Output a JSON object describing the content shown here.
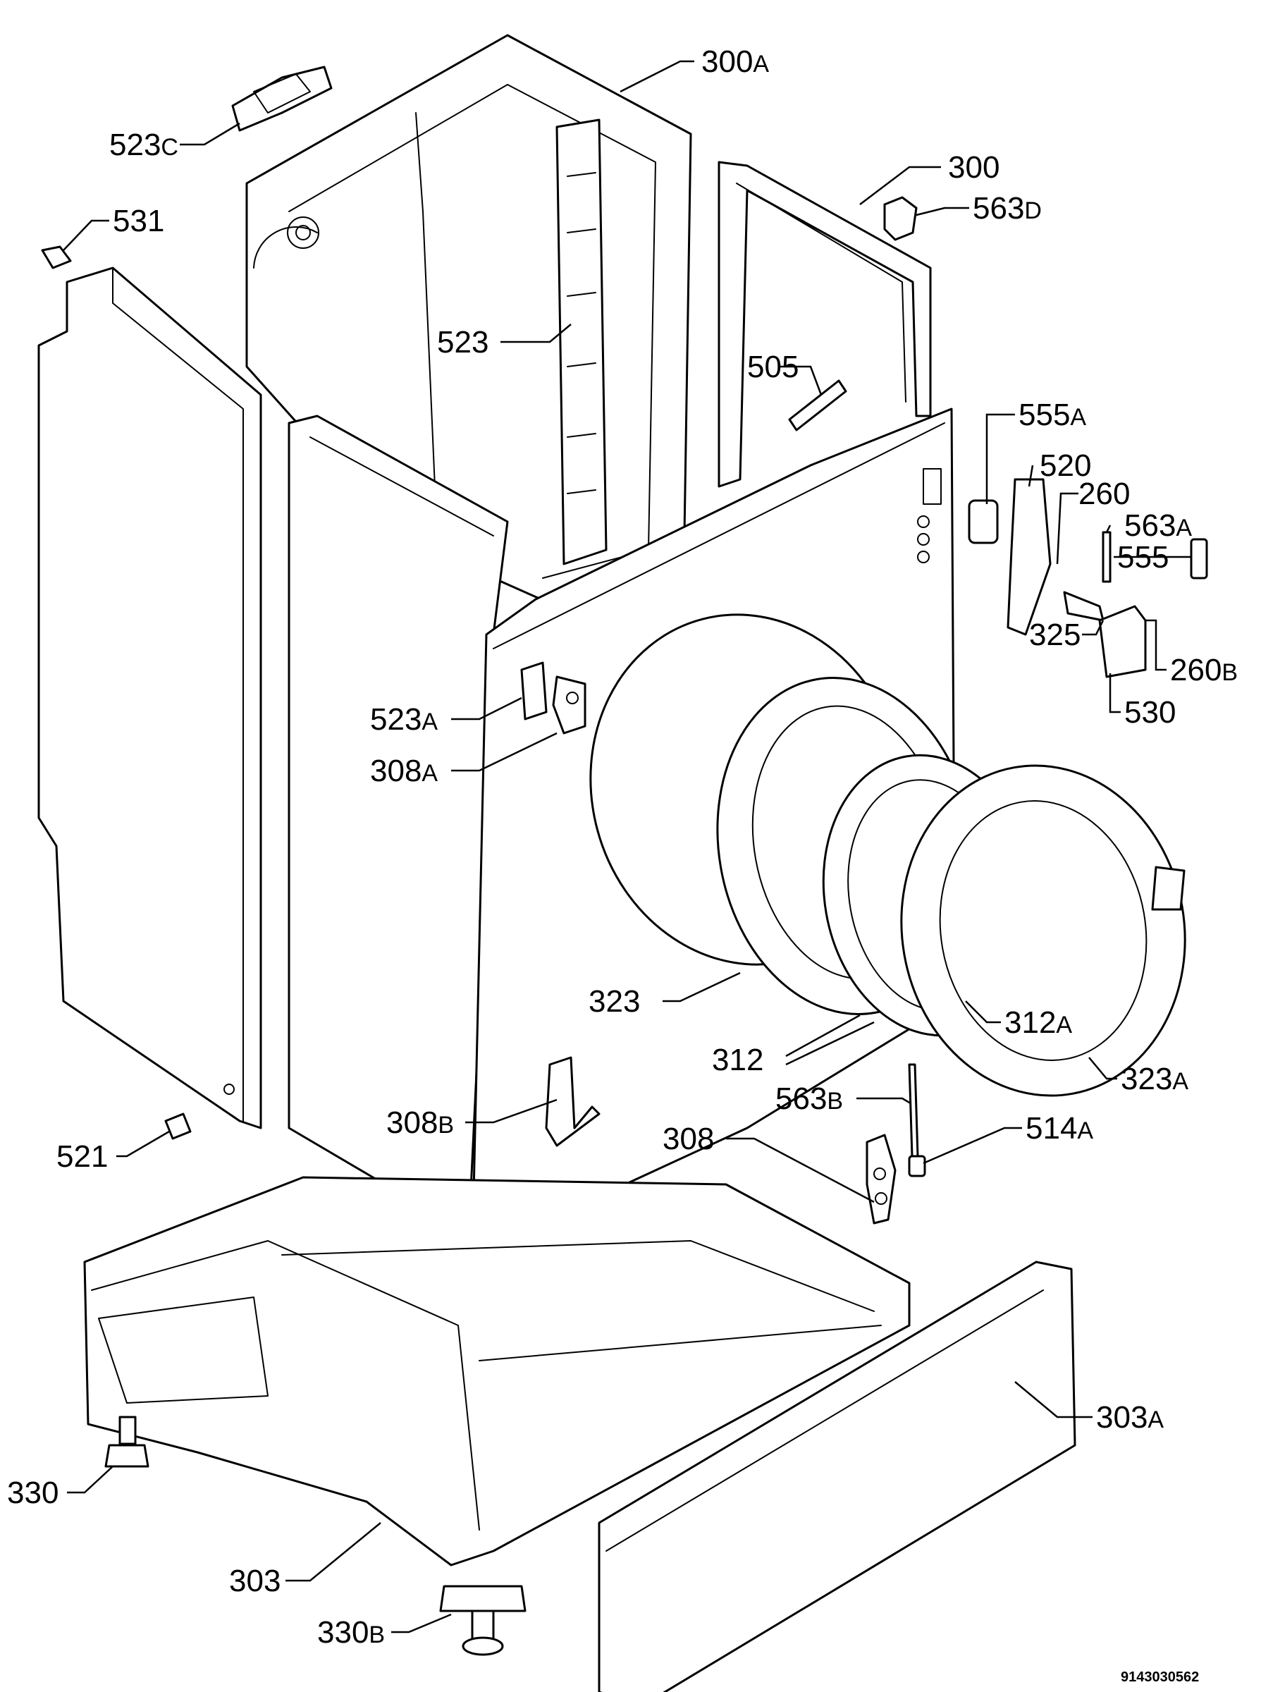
{
  "document_number": "9143030562",
  "labels": {
    "l300A": {
      "num": "300",
      "suffix": "A"
    },
    "l523C": {
      "num": "523",
      "suffix": "C"
    },
    "l300": {
      "num": "300",
      "suffix": ""
    },
    "l563D": {
      "num": "563",
      "suffix": "D"
    },
    "l531": {
      "num": "531",
      "suffix": ""
    },
    "l523": {
      "num": "523",
      "suffix": ""
    },
    "l505": {
      "num": "505",
      "suffix": ""
    },
    "l555A": {
      "num": "555",
      "suffix": "A"
    },
    "l520": {
      "num": "520",
      "suffix": ""
    },
    "l260": {
      "num": "260",
      "suffix": ""
    },
    "l563A": {
      "num": "563",
      "suffix": "A"
    },
    "l555": {
      "num": "555",
      "suffix": ""
    },
    "l325": {
      "num": "325",
      "suffix": ""
    },
    "l260B": {
      "num": "260",
      "suffix": "B"
    },
    "l530": {
      "num": "530",
      "suffix": ""
    },
    "l523A": {
      "num": "523",
      "suffix": "A"
    },
    "l308A": {
      "num": "308",
      "suffix": "A"
    },
    "l323": {
      "num": "323",
      "suffix": ""
    },
    "l312A": {
      "num": "312",
      "suffix": "A"
    },
    "l312": {
      "num": "312",
      "suffix": ""
    },
    "l323A": {
      "num": "323",
      "suffix": "A"
    },
    "l563B": {
      "num": "563",
      "suffix": "B"
    },
    "l308B": {
      "num": "308",
      "suffix": "B"
    },
    "l514A": {
      "num": "514",
      "suffix": "A"
    },
    "l521": {
      "num": "521",
      "suffix": ""
    },
    "l308": {
      "num": "308",
      "suffix": ""
    },
    "l303A": {
      "num": "303",
      "suffix": "A"
    },
    "l330": {
      "num": "330",
      "suffix": ""
    },
    "l303": {
      "num": "303",
      "suffix": ""
    },
    "l330B": {
      "num": "330",
      "suffix": "B"
    }
  }
}
